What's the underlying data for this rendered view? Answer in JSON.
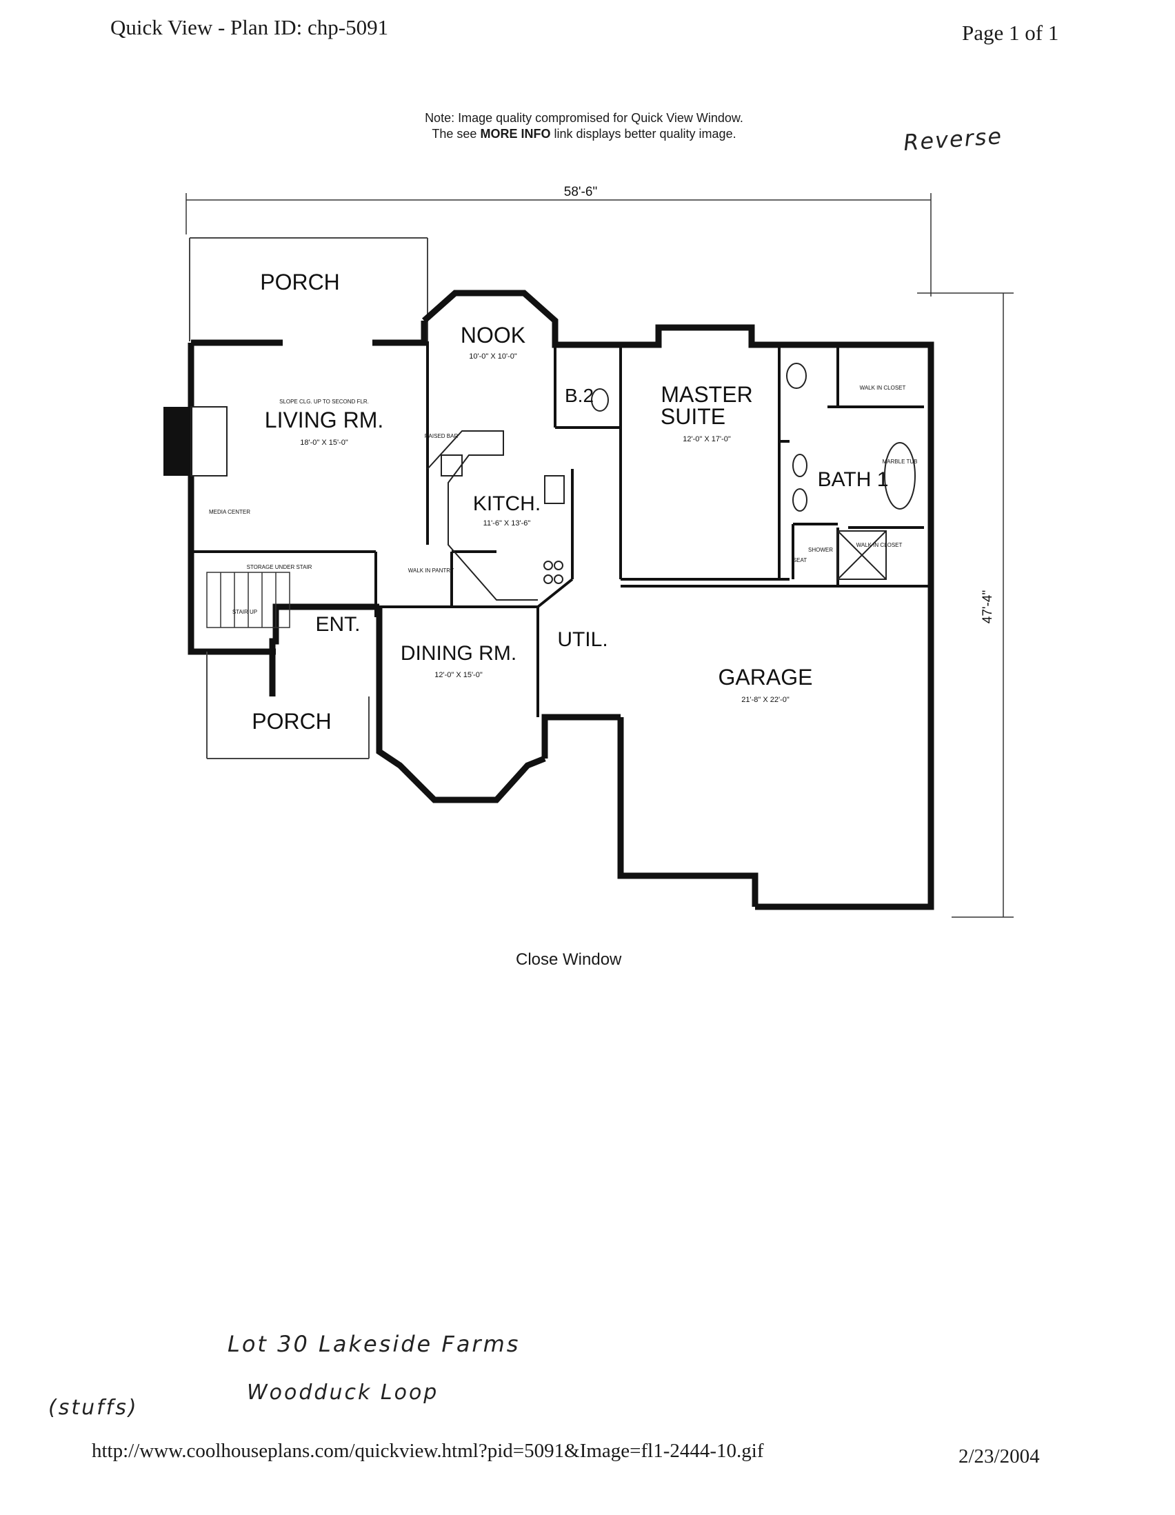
{
  "header": {
    "title": "Quick View - Plan ID: chp-5091",
    "page": "Page 1 of 1"
  },
  "note": {
    "line1": "Note: Image quality compromised for Quick View Window.",
    "line2_prefix": "The see ",
    "line2_bold": "MORE INFO",
    "line2_suffix": " link displays better quality image."
  },
  "handwritten": {
    "reverse": "Reverse",
    "lot": "Lot 30   Lakeside Farms",
    "street": "Woodduck Loop",
    "stuffs": "(stuffs)"
  },
  "plan": {
    "width_dim": "58'-6\"",
    "depth_dim": "47'-4\"",
    "rooms": {
      "porch_top": "PORCH",
      "nook": "NOOK",
      "nook_size": "10'-0\" X 10'-0\"",
      "b2": "B.2",
      "master": "MASTER",
      "suite": "SUITE",
      "master_size": "12'-0\" X 17'-0\"",
      "walk_in_closet_1": "WALK IN CLOSET",
      "slope_note": "SLOPE CLG. UP TO SECOND FLR.",
      "living": "LIVING RM.",
      "living_size": "18'-0\" X 15'-0\"",
      "raised_bar": "RAISED BAR",
      "marble_tub": "MARBLE TUB",
      "bath1": "BATH 1",
      "kitch": "KITCH.",
      "kitch_size": "11'-6\" X 13'-6\"",
      "media": "MEDIA CENTER",
      "walk_in_closet_2": "WALK IN CLOSET",
      "storage": "STORAGE UNDER STAIR",
      "pantry": "WALK IN PANTRY",
      "seat": "SEAT",
      "shower": "SHOWER",
      "stair_up": "STAIR UP",
      "ent": "ENT.",
      "dining": "DINING RM.",
      "dining_size": "12'-0\" X 15'-0\"",
      "util": "UTIL.",
      "garage": "GARAGE",
      "garage_size": "21'-8\" X 22'-0\"",
      "porch_bottom": "PORCH"
    }
  },
  "close_window": "Close Window",
  "footer": {
    "url": "http://www.coolhouseplans.com/quickview.html?pid=5091&Image=fl1-2444-10.gif",
    "date": "2/23/2004"
  }
}
